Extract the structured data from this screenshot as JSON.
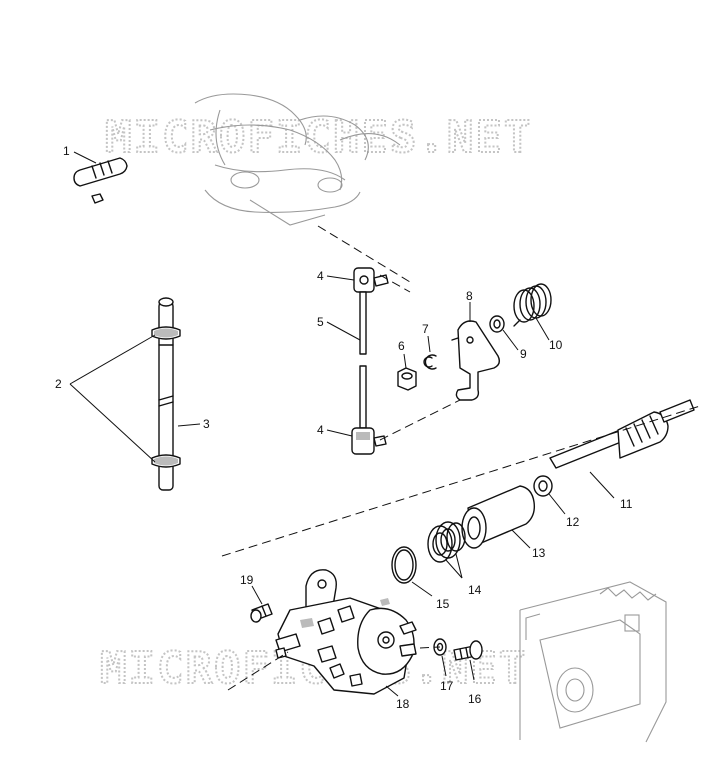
{
  "watermark": {
    "text": "MICROFICHES.NET"
  },
  "callouts": {
    "c1": "1",
    "c2": "2",
    "c3": "3",
    "c4a": "4",
    "c4b": "4",
    "c5": "5",
    "c6": "6",
    "c7": "7",
    "c8": "8",
    "c9": "9",
    "c10": "10",
    "c11": "11",
    "c12": "12",
    "c13": "13",
    "c14": "14",
    "c15": "15",
    "c16": "16",
    "c17": "17",
    "c18": "18",
    "c19": "19"
  }
}
